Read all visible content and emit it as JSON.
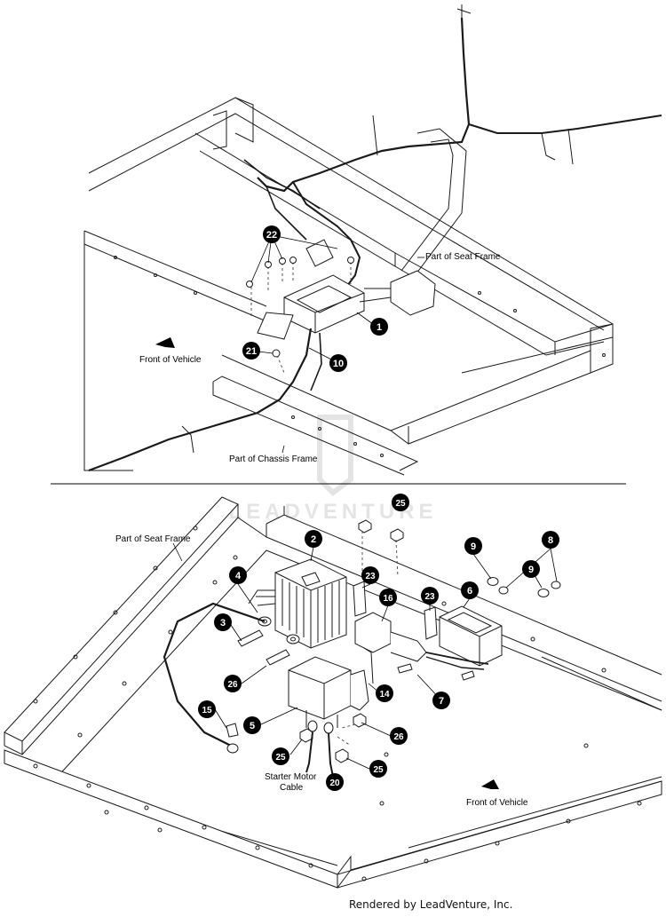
{
  "colors": {
    "line": "#1a1a1a",
    "light_line": "#9a9a9a",
    "callout_fill": "#000000",
    "callout_text": "#ffffff",
    "watermark": "#e6e6e6"
  },
  "watermark": {
    "text": "LEADVENTURE"
  },
  "top_view": {
    "labels": {
      "seat_frame": "Part of Seat Frame",
      "front": "Front of Vehicle",
      "chassis": "Part of Chassis Frame"
    },
    "callouts": [
      {
        "id": "c22",
        "num": "22"
      },
      {
        "id": "c1",
        "num": "1"
      },
      {
        "id": "c21",
        "num": "21"
      },
      {
        "id": "c10",
        "num": "10"
      }
    ]
  },
  "bottom_view": {
    "labels": {
      "seat_frame": "Part of Seat Frame",
      "front": "Front of Vehicle",
      "starter_line1": "Starter Motor",
      "starter_line2": "Cable"
    },
    "callouts": [
      {
        "id": "b25a",
        "num": "25"
      },
      {
        "id": "b2",
        "num": "2"
      },
      {
        "id": "b9a",
        "num": "9"
      },
      {
        "id": "b8",
        "num": "8"
      },
      {
        "id": "b9b",
        "num": "9"
      },
      {
        "id": "b23a",
        "num": "23"
      },
      {
        "id": "b16",
        "num": "16"
      },
      {
        "id": "b23b",
        "num": "23"
      },
      {
        "id": "b6",
        "num": "6"
      },
      {
        "id": "b4",
        "num": "4"
      },
      {
        "id": "b3",
        "num": "3"
      },
      {
        "id": "b26a",
        "num": "26"
      },
      {
        "id": "b14",
        "num": "14"
      },
      {
        "id": "b7",
        "num": "7"
      },
      {
        "id": "b15",
        "num": "15"
      },
      {
        "id": "b5",
        "num": "5"
      },
      {
        "id": "b26b",
        "num": "26"
      },
      {
        "id": "b25b",
        "num": "25"
      },
      {
        "id": "b20",
        "num": "20"
      },
      {
        "id": "b25c",
        "num": "25"
      }
    ]
  },
  "footer": {
    "text": "Rendered by LeadVenture, Inc."
  }
}
